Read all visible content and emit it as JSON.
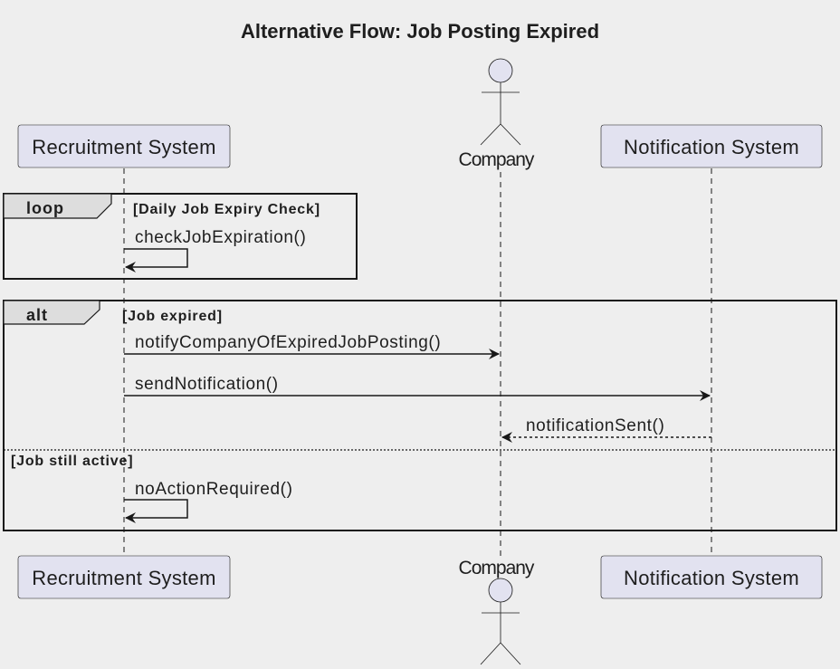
{
  "title": "Alternative Flow: Job Posting Expired",
  "participants": {
    "recruitment": "Recruitment System",
    "company": "Company",
    "notification": "Notification System"
  },
  "fragments": {
    "loop": {
      "tag": "loop",
      "condition": "[Daily Job Expiry Check]"
    },
    "alt": {
      "tag": "alt",
      "condition": "[Job expired]",
      "else_condition": "[Job still active]"
    }
  },
  "messages": {
    "check": "checkJobExpiration()",
    "notify_company": "notifyCompanyOfExpiredJobPosting()",
    "send_notification": "sendNotification()",
    "notification_sent": "notificationSent()",
    "no_action": "noActionRequired()"
  },
  "colors": {
    "background": "#eeeeee",
    "participant_fill": "#e2e2f0",
    "participant_stroke": "#181818",
    "fragment_header_fill": "#dddddd",
    "line": "#181818"
  }
}
